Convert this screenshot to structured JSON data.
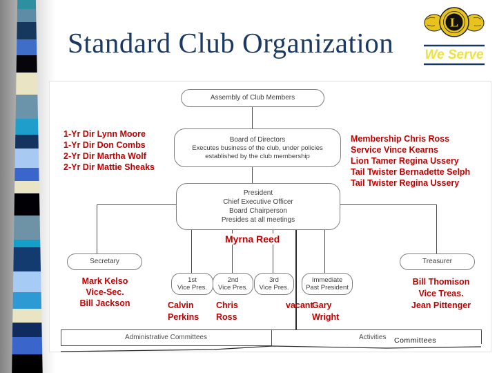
{
  "title": "Standard Club Organization",
  "logo": {
    "letter": "L",
    "motto": "We Serve"
  },
  "org": {
    "assembly": "Assembly of Club Members",
    "board": [
      "Board of Directors",
      "Executes business of the club, under policies",
      "established by the club membership"
    ],
    "president": [
      "President",
      "Chief Executive Officer",
      "Board Chairperson",
      "Presides at all meetings"
    ],
    "president_name": "Myrna Reed",
    "secretary": "Secretary",
    "treasurer": "Treasurer",
    "vps": [
      [
        "1st",
        "Vice Pres."
      ],
      [
        "2nd",
        "Vice Pres."
      ],
      [
        "3rd",
        "Vice Pres."
      ],
      [
        "Immediate",
        "Past President"
      ]
    ],
    "admin_committees": "Administrative Committees",
    "activities_label": "Activities",
    "committees_suffix": "Committees"
  },
  "names": {
    "directors": [
      "1-Yr Dir Lynn Moore",
      "1-Yr Dir Don Combs",
      "2-Yr Dir Martha Wolf",
      "2-Yr Dir Mattie Sheaks"
    ],
    "appointees": [
      "Membership Chris Ross",
      "Service Vince Kearns",
      "Lion Tamer Regina Ussery",
      "Tail Twister Bernadette Selph",
      "Tail Twister Regina Ussery"
    ],
    "secretary_team": [
      "Mark Kelso",
      "Vice-Sec.",
      "Bill Jackson"
    ],
    "vp_names": [
      "Calvin Perkins",
      "Chris Ross",
      "vacant",
      "Gary Wright"
    ],
    "treasurer_team": [
      "Bill Thomison",
      "Vice Treas.",
      "Jean Pittenger"
    ]
  },
  "colors": {
    "accent_red": "#C00000",
    "title_navy": "#1B3A63",
    "logo_gold": "#E6C31E",
    "motto_yellow": "#EDE23D",
    "box_border_gray": "#7D7D7D"
  }
}
